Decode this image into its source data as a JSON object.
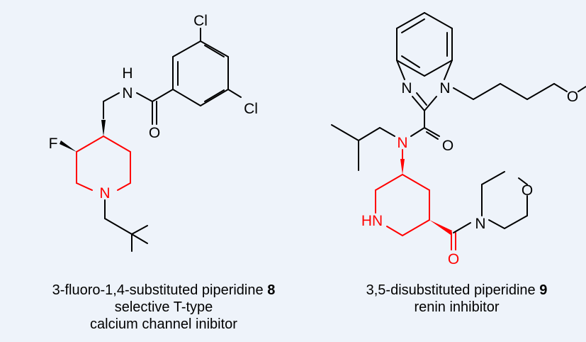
{
  "colors": {
    "highlight": "#ff0000",
    "ink": "#000000",
    "background": "#eef3fa"
  },
  "compound_8": {
    "atoms": {
      "cl_top": "Cl",
      "cl_right": "Cl",
      "nh_n": "N",
      "nh_h": "H",
      "carbonyl_o": "O",
      "fluorine": "F",
      "ring_n": "N"
    },
    "caption": {
      "name": "3-fluoro-1,4-substituted piperidine",
      "number": "8",
      "line2": "selective T-type",
      "line3": "calcium channel inibitor"
    }
  },
  "compound_9": {
    "atoms": {
      "bzim_n_left": "N",
      "bzim_n_right": "N",
      "ether_o": "O",
      "amide_n": "N",
      "amide_o": "O",
      "ring_nh": "HN",
      "morph_o": "O",
      "morph_n": "N",
      "bottom_o": "O"
    },
    "caption": {
      "name": "3,5-disubstituted piperidine",
      "number": "9",
      "line2": "renin inhibitor"
    }
  }
}
